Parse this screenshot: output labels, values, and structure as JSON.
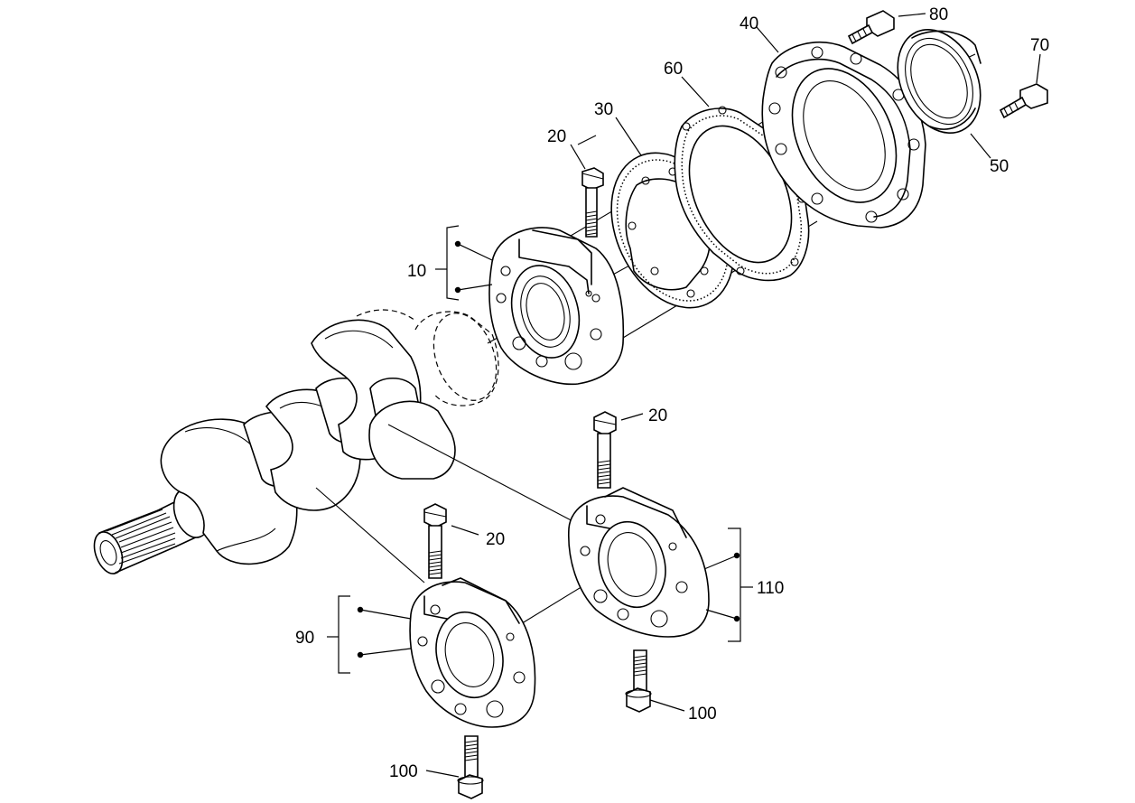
{
  "callouts": {
    "c10": "10",
    "c20a": "20",
    "c20b": "20",
    "c20c": "20",
    "c30": "30",
    "c40": "40",
    "c50": "50",
    "c60": "60",
    "c70": "70",
    "c80": "80",
    "c90": "90",
    "c100a": "100",
    "c100b": "100",
    "c110": "110"
  }
}
